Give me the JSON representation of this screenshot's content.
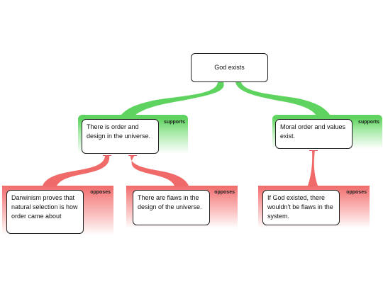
{
  "root": {
    "text": "God exists"
  },
  "claims": [
    {
      "text": "There is order and design in the universe.",
      "relation": "supports"
    },
    {
      "text": "Moral order and values exist.",
      "relation": "supports"
    }
  ],
  "objections": [
    {
      "text": "Darwinism proves that natural selection is how order came about",
      "relation": "opposes"
    },
    {
      "text": "There are flaws in the design of the universe.",
      "relation": "opposes"
    },
    {
      "text": "If God existed, there wouldn't be flaws in the system.",
      "relation": "opposes"
    }
  ],
  "colors": {
    "supports": "#5fd35f",
    "opposes": "#f06a6a"
  }
}
